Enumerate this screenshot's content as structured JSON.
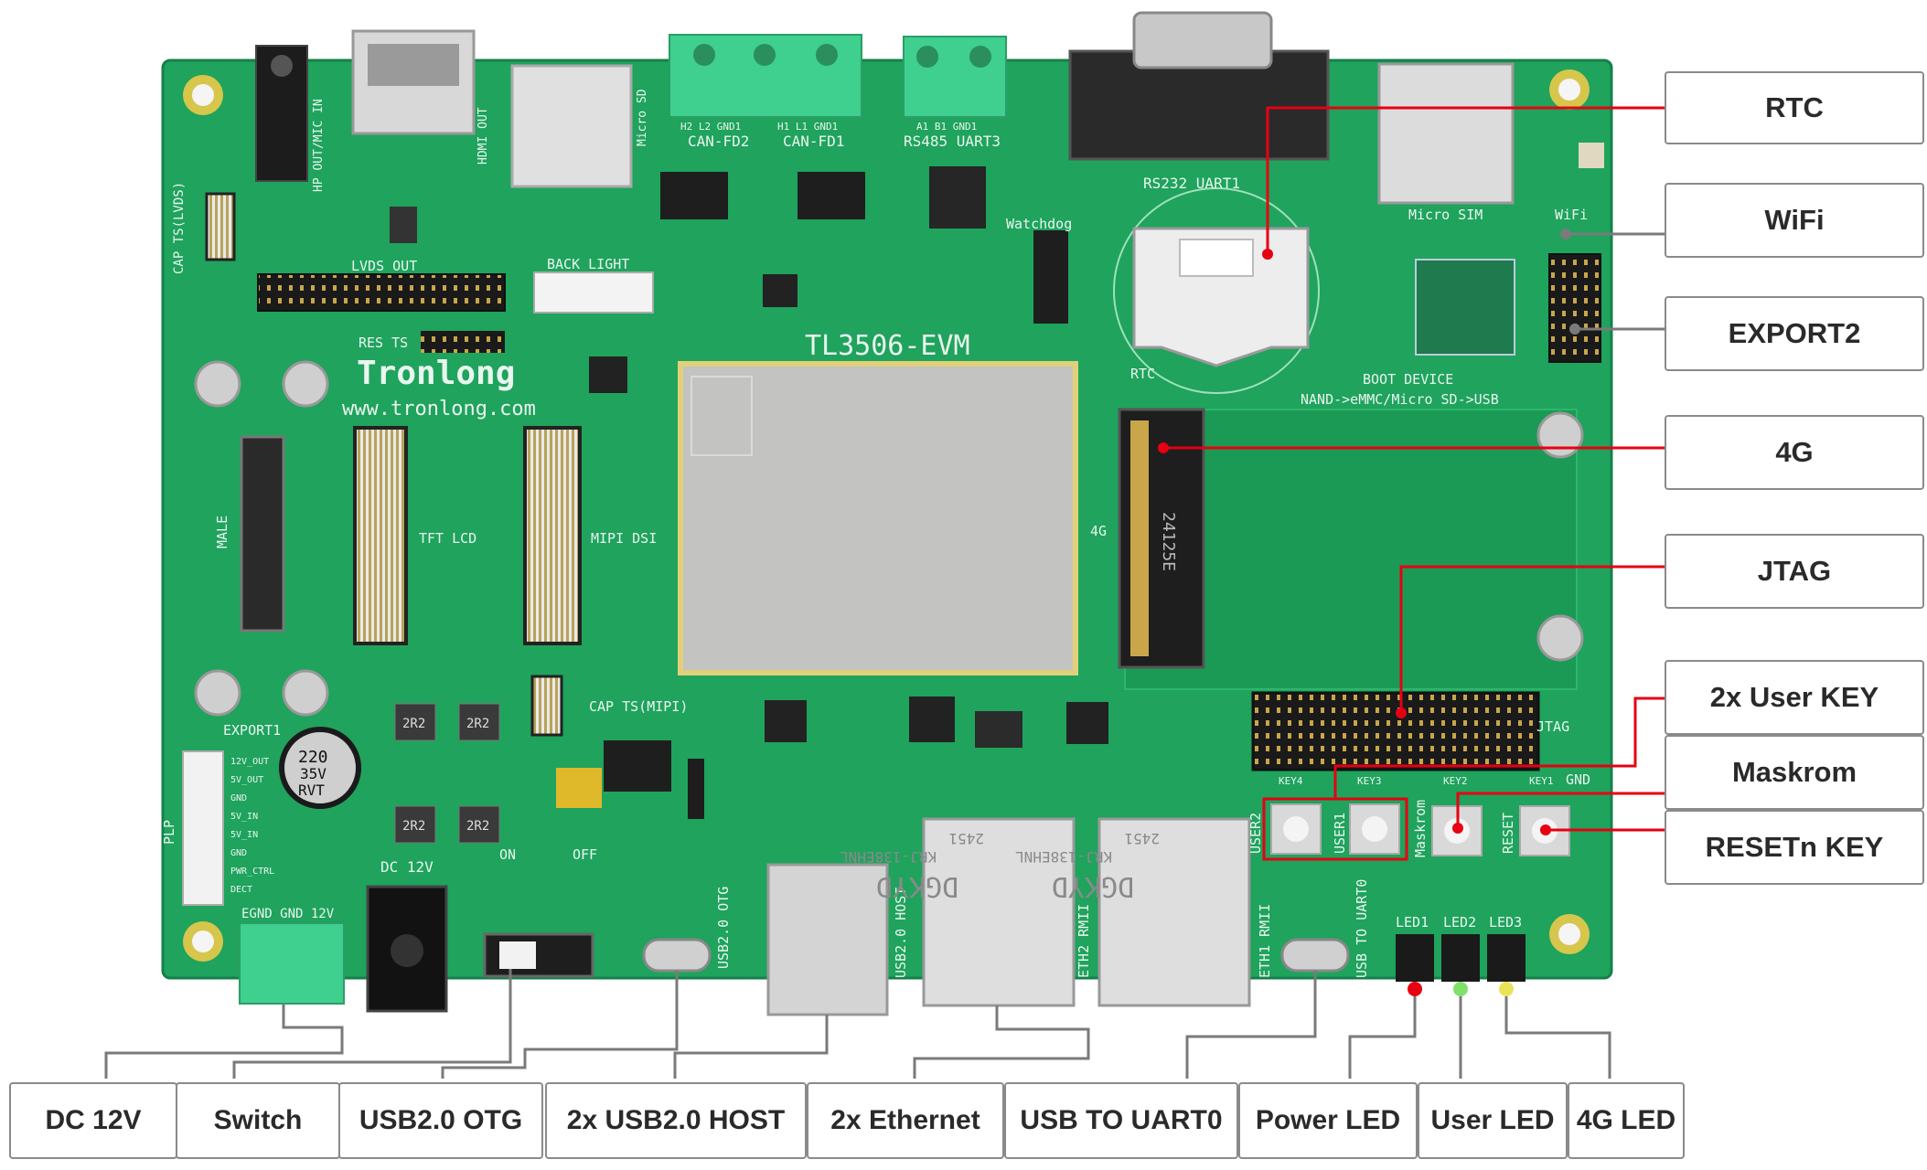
{
  "board": {
    "brand": "Tronlong",
    "website": "www.tronlong.com",
    "model": "TL3506-EVM",
    "colors": {
      "pcb": "#1fa35d",
      "pcb_dark": "#168a4c",
      "silk": "#e9f5ee",
      "som": "#b9bab8",
      "connector_green": "#3fcf8e",
      "callout_line_red": "#e60012",
      "callout_line_gray": "#7a7a7a"
    },
    "silkscreen": {
      "hdmi": "HDMI OUT",
      "hp": "HP OUT/MIC IN",
      "microsd": "Micro SD",
      "can_fd2": "CAN-FD2",
      "can_fd1": "CAN-FD1",
      "can_fd2_pins": "H2  L2  GND1",
      "can_fd1_pins": "H1  L1  GND1",
      "rs485": "RS485 UART3",
      "rs485_pins": "A1  B1  GND1",
      "rs232": "RS232 UART1",
      "microsim": "Micro SIM",
      "wifi": "WiFi",
      "watchdog": "Watchdog",
      "rtc": "RTC",
      "boot_device": "BOOT DEVICE",
      "boot_order": "NAND->eMMC/Micro SD->USB",
      "lvds_out": "LVDS OUT",
      "back_light": "BACK LIGHT",
      "cap_ts_lvds": "CAP TS(LVDS)",
      "res_ts": "RES TS",
      "male": "MALE",
      "tft_lcd": "TFT LCD",
      "mipi_dsi": "MIPI DSI",
      "cap_ts_mipi": "CAP TS(MIPI)",
      "export1": "EXPORT1",
      "four_g": "4G",
      "jtag": "JTAG",
      "gnd": "GND",
      "dc12v": "DC 12V",
      "egnd": "EGND GND 12V",
      "on": "ON",
      "off": "OFF",
      "usb_otg": "USB2.0 OTG",
      "usb_host": "USB2.0 HOST",
      "eth_rmii": "ETH2 RMII",
      "eth1_rmii": "ETH1 RMII",
      "usb_uart0": "USB TO UART0",
      "key_user2": "USER2",
      "key_user1": "USER1",
      "key_maskrom": "Maskrom",
      "key_reset": "RESET",
      "led1": "LED1",
      "led2": "LED2",
      "led3": "LED3",
      "key4": "KEY4",
      "key3": "KEY3",
      "key2": "KEY2",
      "key1": "KEY1",
      "plp": "PLP",
      "m2_chip": "24125E",
      "rj45_brand": "DGKYD",
      "rj45_part": "KRJ-138EHNL",
      "rj45_date": "2451",
      "cap_value": "220",
      "cap_volt": "35V",
      "cap_series": "RVT",
      "inductor": "2R2",
      "plp_pins": [
        "12V_OUT",
        "5V_OUT",
        "GND",
        "5V_IN",
        "5V_IN",
        "GND",
        "PWR_CTRL",
        "DECT"
      ]
    }
  },
  "callouts_right": [
    {
      "id": "rtc",
      "label": "RTC"
    },
    {
      "id": "wifi",
      "label": "WiFi"
    },
    {
      "id": "export2",
      "label": "EXPORT2"
    },
    {
      "id": "4g",
      "label": "4G"
    },
    {
      "id": "jtag",
      "label": "JTAG"
    },
    {
      "id": "user_key",
      "label": "2x User KEY"
    },
    {
      "id": "maskrom",
      "label": "Maskrom"
    },
    {
      "id": "resetn",
      "label": "RESETn KEY"
    }
  ],
  "callouts_bottom": [
    {
      "id": "dc12v",
      "label": "DC 12V"
    },
    {
      "id": "switch",
      "label": "Switch"
    },
    {
      "id": "usb_otg",
      "label": "USB2.0 OTG"
    },
    {
      "id": "usb_host",
      "label": "2x USB2.0 HOST"
    },
    {
      "id": "ethernet",
      "label": "2x Ethernet"
    },
    {
      "id": "usb_uart0",
      "label": "USB TO UART0"
    },
    {
      "id": "power_led",
      "label": "Power LED"
    },
    {
      "id": "user_led",
      "label": "User LED"
    },
    {
      "id": "4g_led",
      "label": "4G LED"
    }
  ]
}
